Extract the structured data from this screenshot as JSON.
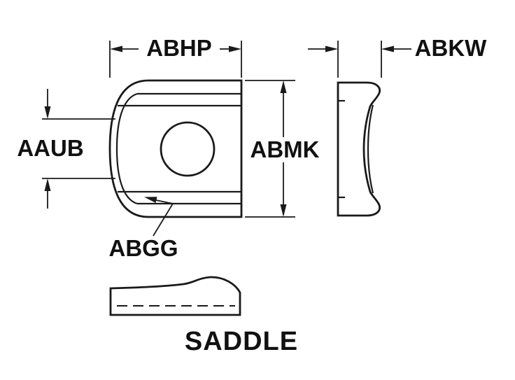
{
  "drawing": {
    "title": "SADDLE",
    "dimension_labels": {
      "abhp": "ABHP",
      "abkw": "ABKW",
      "aaub": "AAUB",
      "abmk": "ABMK",
      "abgg": "ABGG"
    },
    "colors": {
      "line": "#1a1a1a",
      "background": "#ffffff"
    }
  }
}
